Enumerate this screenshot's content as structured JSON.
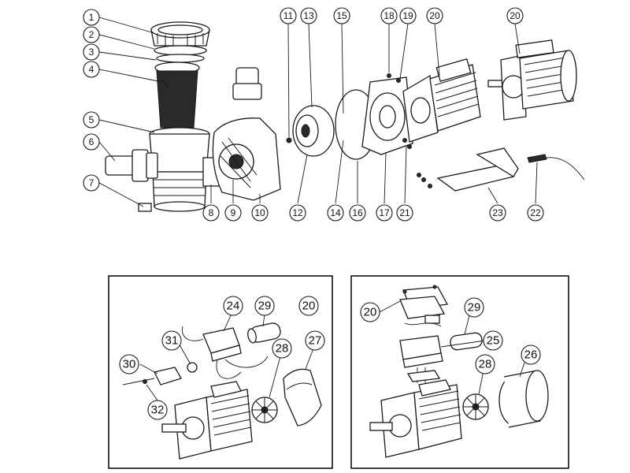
{
  "labels": [
    "1",
    "2",
    "3",
    "4",
    "5",
    "6",
    "7",
    "8",
    "9",
    "10",
    "11",
    "12",
    "13",
    "14",
    "15",
    "16",
    "17",
    "18",
    "19",
    "20",
    "21",
    "22",
    "23",
    "24",
    "25",
    "26",
    "27",
    "28",
    "29",
    "30",
    "31",
    "32"
  ],
  "panel_left_labels": [
    "20",
    "24",
    "27",
    "28",
    "29",
    "30",
    "31",
    "32"
  ],
  "panel_right_labels": [
    "20",
    "25",
    "26",
    "28",
    "29"
  ]
}
